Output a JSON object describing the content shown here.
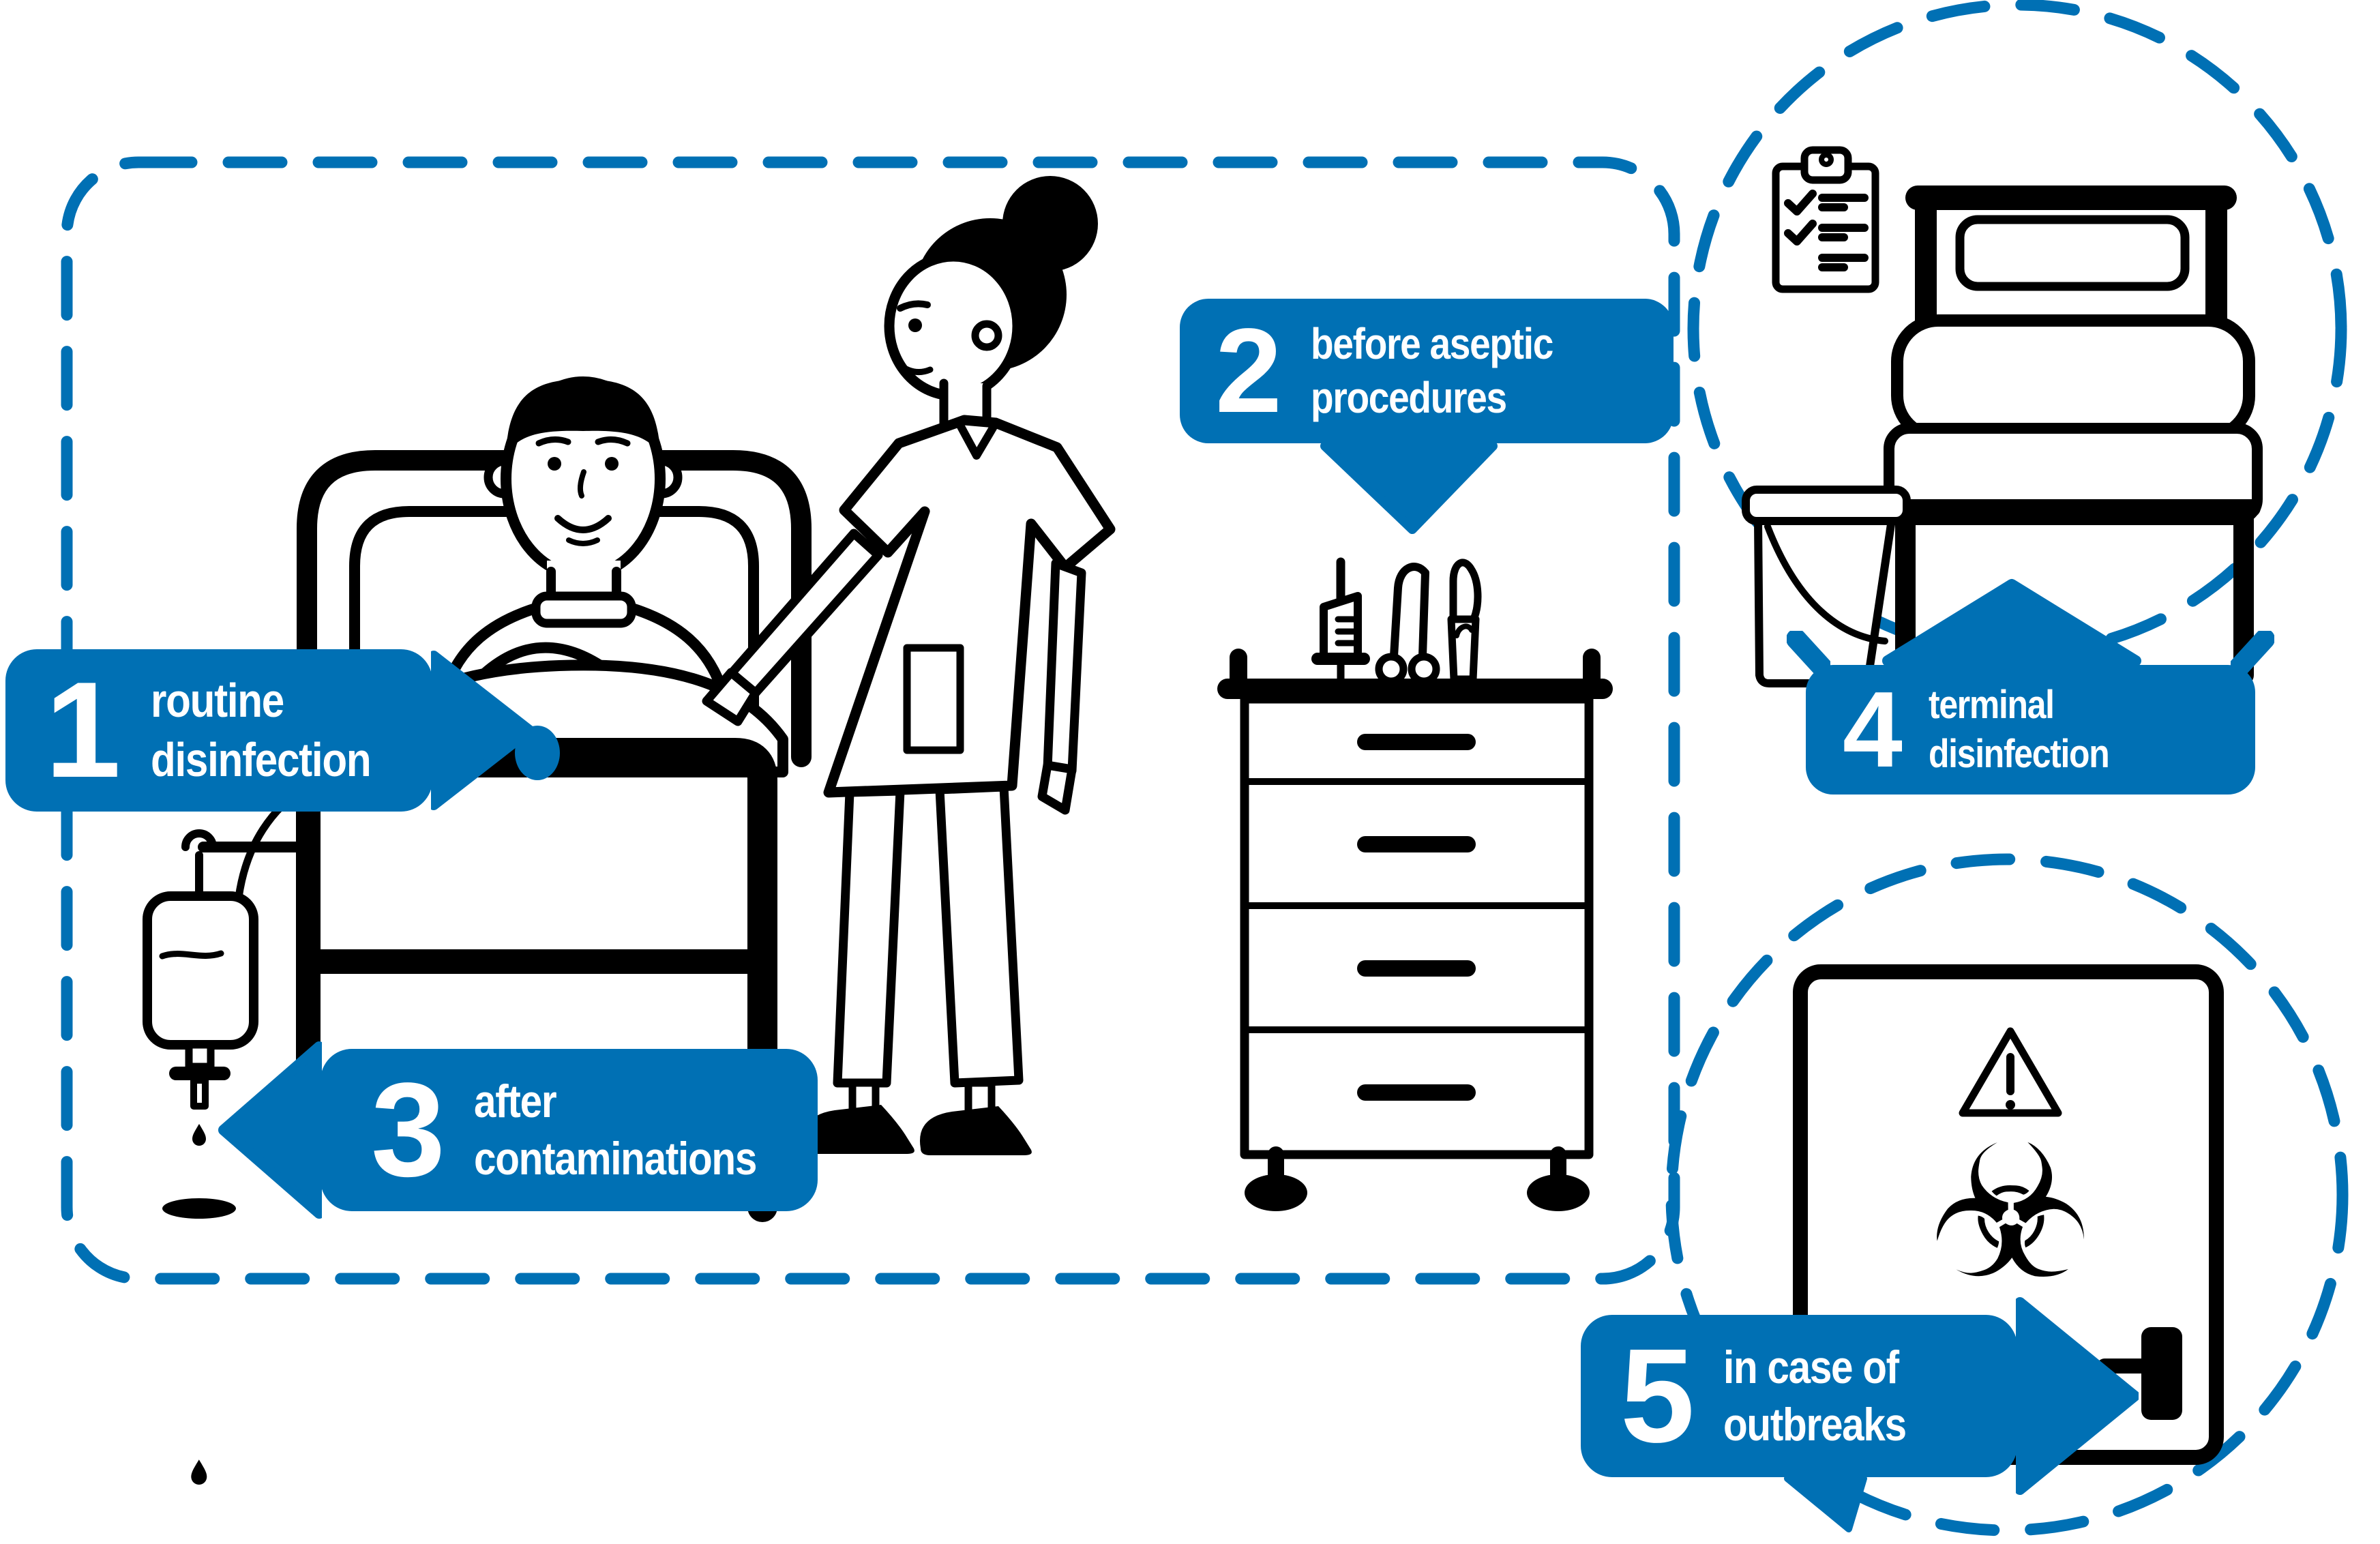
{
  "colors": {
    "accent_blue": "#0070b4",
    "line_black": "#000000",
    "background": "#ffffff"
  },
  "steps": {
    "1": {
      "number": "1",
      "line1": "routine",
      "line2": "disinfection",
      "shape": "arrow-right"
    },
    "2": {
      "number": "2",
      "line1": "before aseptic",
      "line2": "procedures",
      "shape": "bubble-tail-down"
    },
    "3": {
      "number": "3",
      "line1": "after",
      "line2": "contaminations",
      "shape": "arrow-left"
    },
    "4": {
      "number": "4",
      "line1": "terminal",
      "line2": "disinfection",
      "shape": "bubble-tail-up"
    },
    "5": {
      "number": "5",
      "line1": "in case of",
      "line2": "outbreaks",
      "shape": "arrow-right"
    }
  },
  "symbols": {
    "biohazard": "☣"
  },
  "scene_icons": [
    "routine-zone-dashed-border",
    "terminal-zone-dashed-circle",
    "outbreak-zone-dashed-circle",
    "patient-in-bed-icon",
    "nurse-icon",
    "iv-drip-icon",
    "disinfection-point-dot",
    "medical-cart-icon",
    "syringe-icon",
    "clamp-icon",
    "scalpel-icon",
    "hospital-bed-icon",
    "bucket-icon",
    "checklist-icon",
    "door-icon",
    "warning-icon",
    "biohazard-icon",
    "door-handle-icon"
  ]
}
